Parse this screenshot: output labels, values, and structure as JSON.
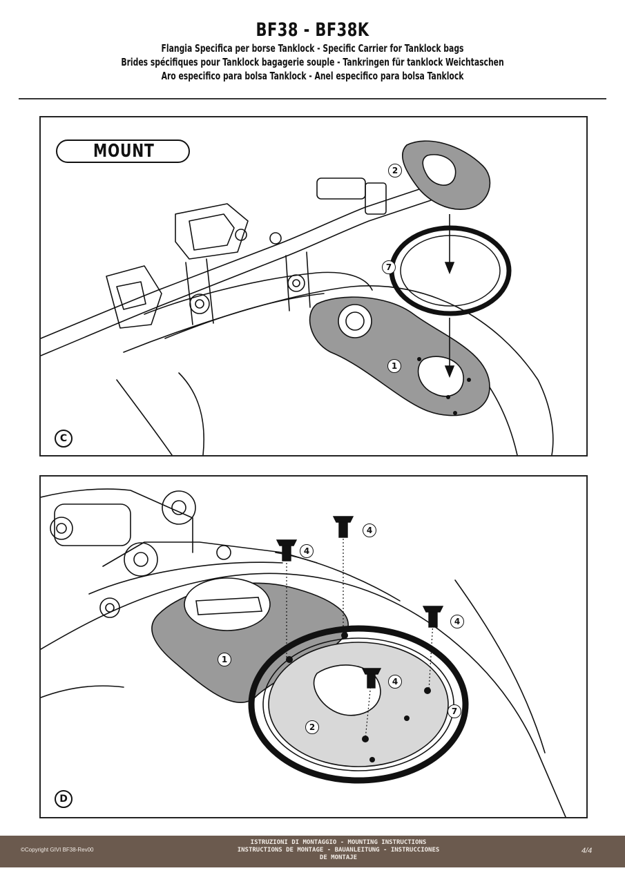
{
  "header": {
    "title": "BF38 - BF38K",
    "subtitle_lines": [
      "Flangia Specifica per borse Tanklock - Specific Carrier for Tanklock bags",
      "Brides spécifiques pour Tanklock bagagerie souple - Tankringen für tanklock Weichtaschen",
      "Aro especifico para bolsa Tanklock - Anel especifico para bolsa Tanklock"
    ]
  },
  "panel_c": {
    "label": "MOUNT",
    "step": "C",
    "callouts": [
      "2",
      "7",
      "1"
    ]
  },
  "panel_d": {
    "step": "D",
    "callouts": [
      "4",
      "4",
      "4",
      "4",
      "1",
      "2",
      "7"
    ]
  },
  "footer": {
    "copyright": "©Copyright GIVI BF38-Rev00",
    "center_lines": [
      "ISTRUZIONI DI MONTAGGIO - MOUNTING INSTRUCTIONS",
      "INSTRUCTIONS DE MONTAGE - BAUANLEITUNG - INSTRUCCIONES",
      "DE MONTAJE"
    ],
    "page": "4/4"
  }
}
